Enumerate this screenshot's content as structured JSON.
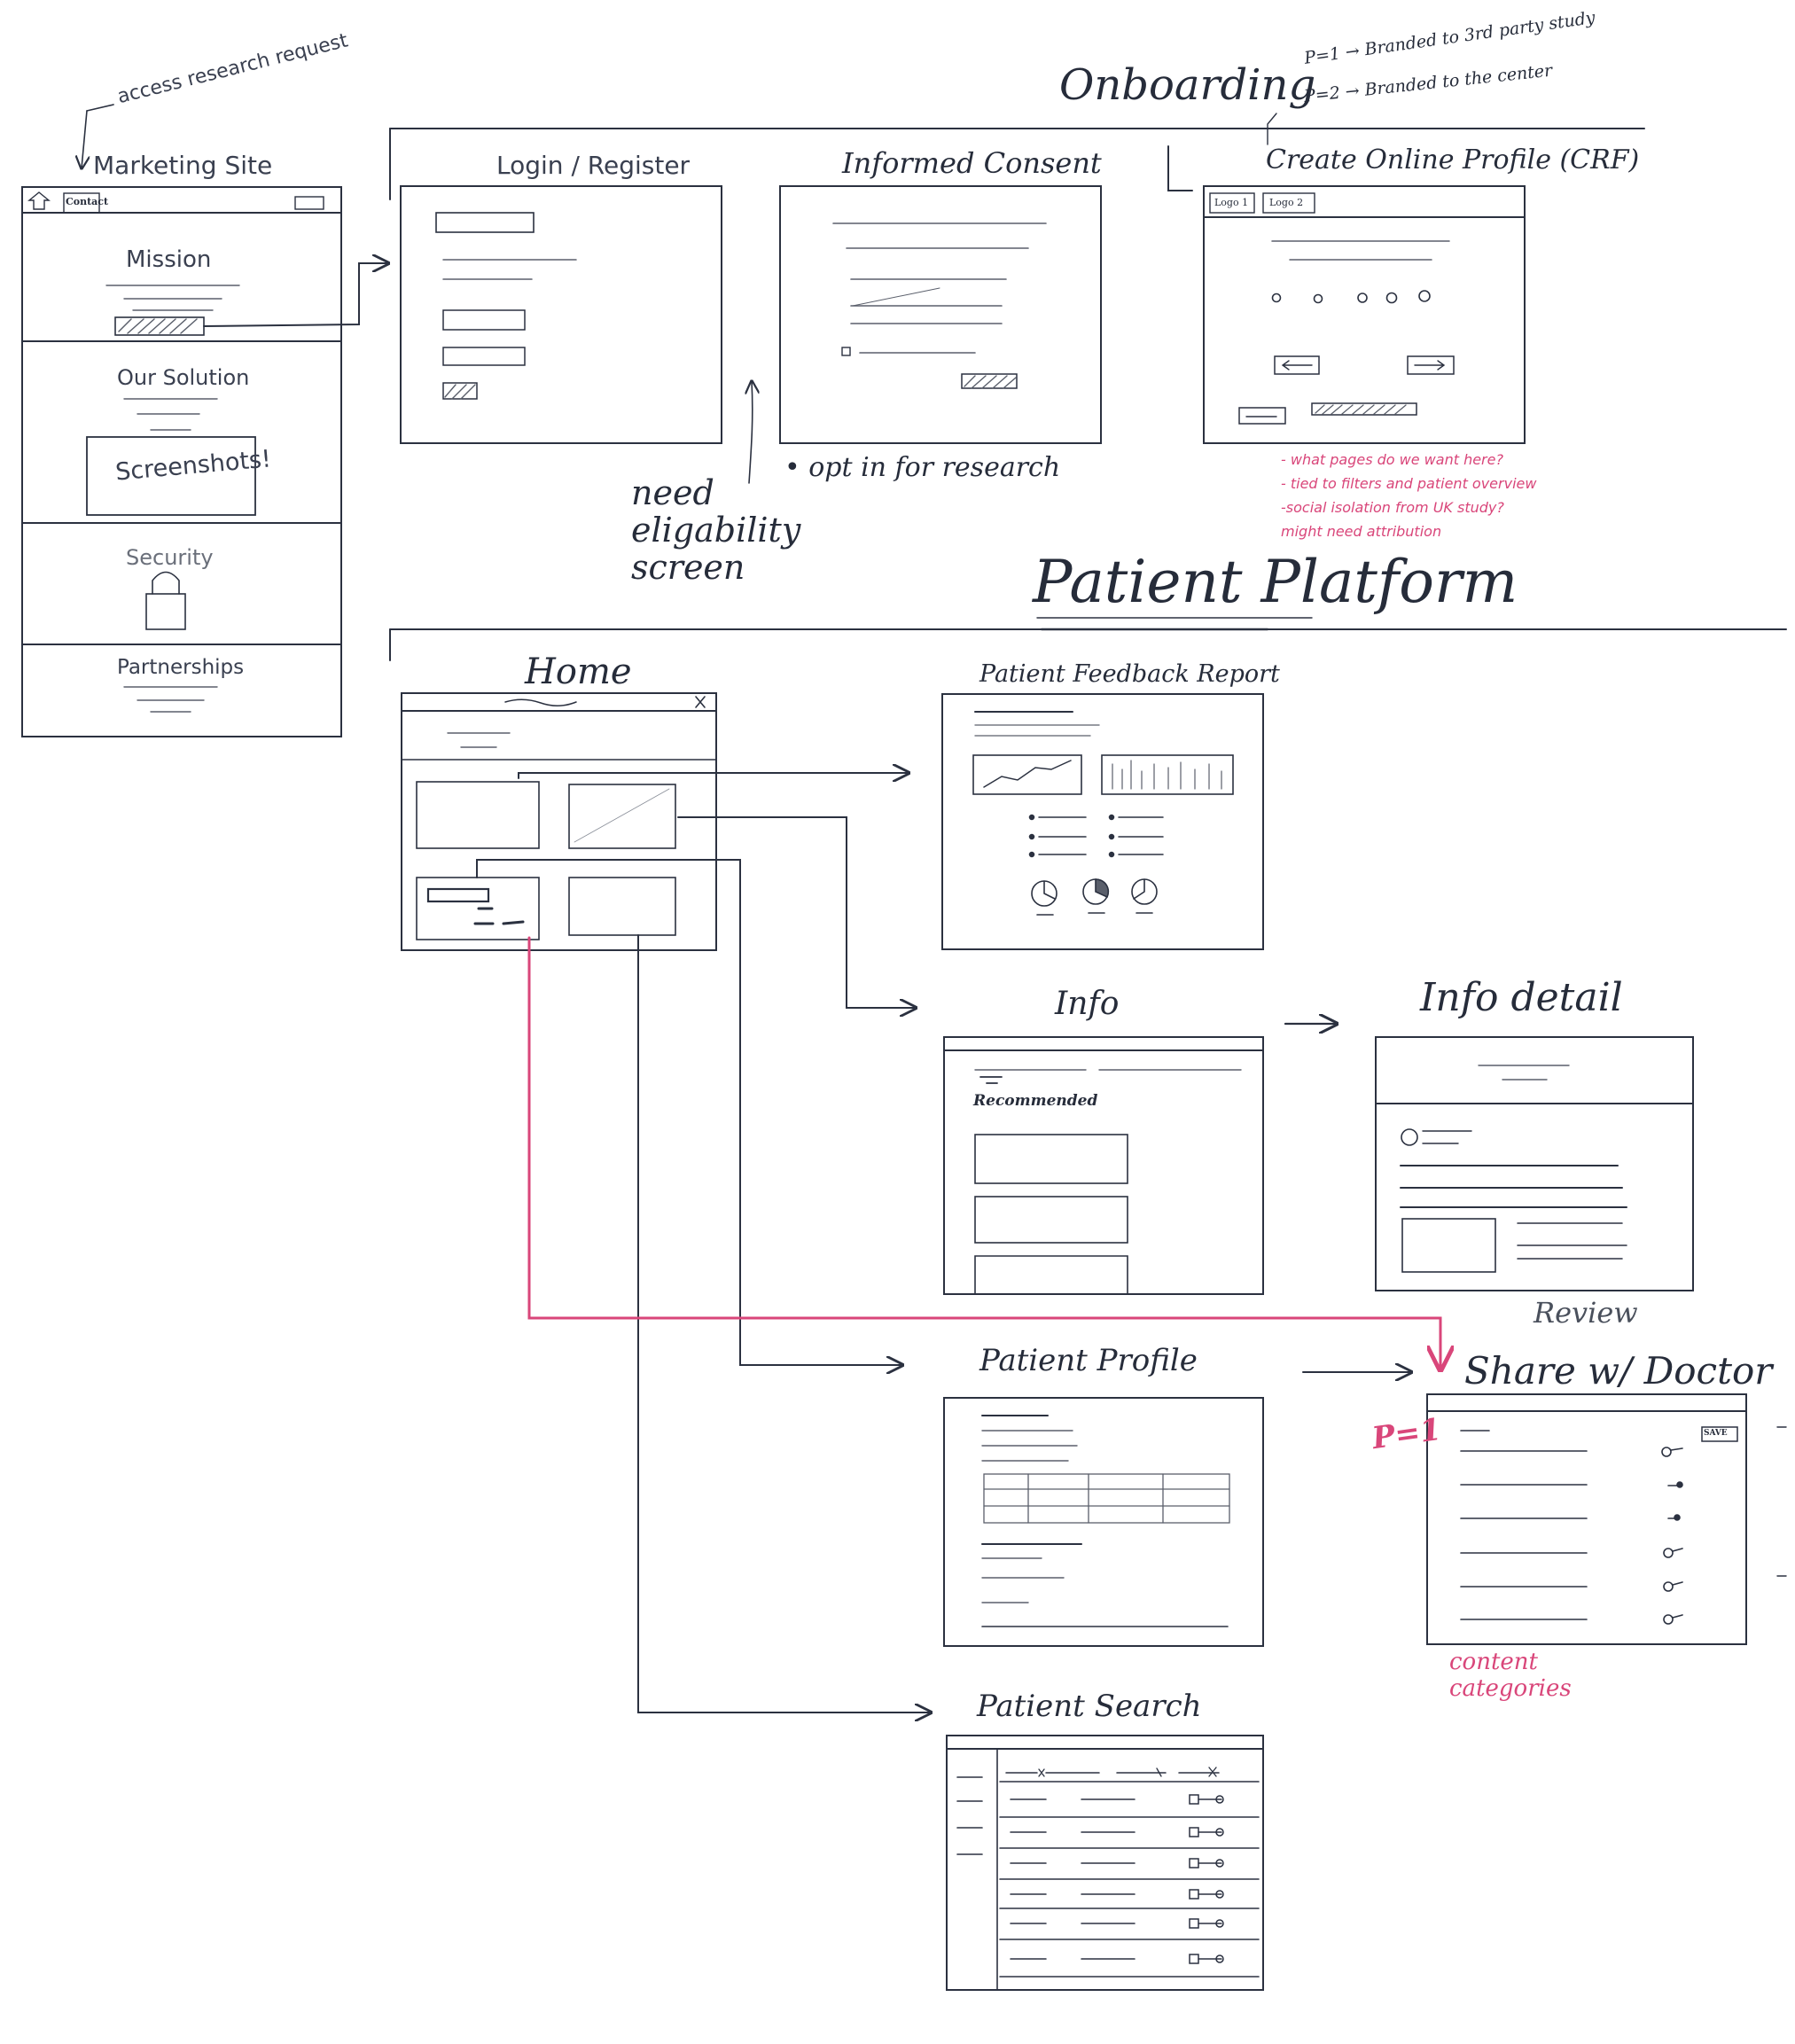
{
  "annotations": {
    "access_research": "access research request",
    "priority_1": "P=1 → Branded to 3rd party study",
    "priority_2": "P=2 → Branded to the center",
    "need_eligibility": "need eligability screen",
    "opt_in": "• opt in for research",
    "notes": [
      "- what pages do we want here?",
      "- tied to filters and patient overview",
      "-social isolation from UK study?",
      "might need attribution"
    ],
    "p1": "P=1",
    "review": "Review",
    "content_categories": "content categories"
  },
  "sections": {
    "onboarding": "Onboarding",
    "patient_platform": "Patient Platform"
  },
  "screens": {
    "marketing_site": {
      "title": "Marketing Site",
      "nav_tab": "Contact",
      "mission": "Mission",
      "our_solution": "Our Solution",
      "screenshots": "Screenshots!",
      "security": "Security",
      "partnerships": "Partnerships"
    },
    "login": {
      "title": "Login / Register"
    },
    "consent": {
      "title": "Informed Consent"
    },
    "create_profile": {
      "title": "Create Online Profile (CRF)",
      "tab1": "Logo 1",
      "tab2": "Logo 2"
    },
    "home": {
      "title": "Home"
    },
    "feedback": {
      "title": "Patient Feedback Report"
    },
    "info": {
      "title": "Info",
      "recommended": "Recommended"
    },
    "info_detail": {
      "title": "Info detail"
    },
    "patient_profile": {
      "title": "Patient Profile"
    },
    "share": {
      "title": "Share w/ Doctor",
      "save": "SAVE"
    },
    "patient_search": {
      "title": "Patient Search"
    }
  },
  "colors": {
    "ink": "#2b3140",
    "pencil": "#5a5f6b",
    "pink": "#d9467a"
  }
}
